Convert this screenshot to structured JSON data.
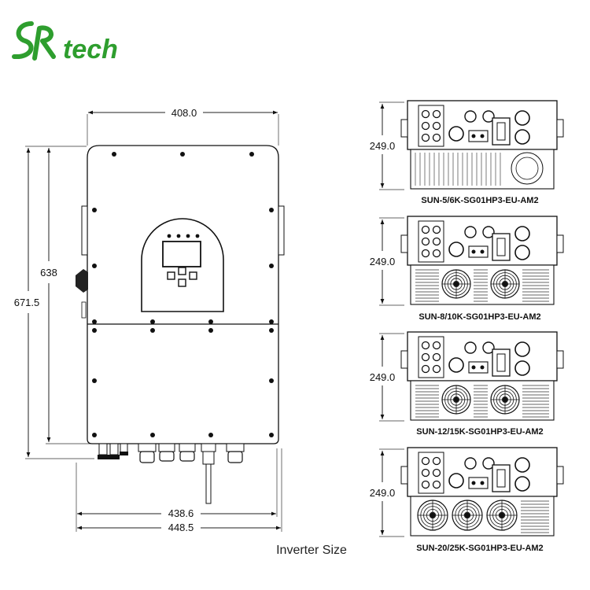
{
  "logo": {
    "mark": "SR",
    "word": "tech",
    "color": "#2e9e2e"
  },
  "front_view": {
    "dims": {
      "top_width": "408.0",
      "height_inner": "638",
      "height_outer": "671.5",
      "bottom_width_inner": "438.6",
      "bottom_width_outer": "448.5"
    }
  },
  "side_views": [
    {
      "height": "249.0",
      "model": "SUN-5/6K-SG01HP3-EU-AM2"
    },
    {
      "height": "249.0",
      "model": "SUN-8/10K-SG01HP3-EU-AM2"
    },
    {
      "height": "249.0",
      "model": "SUN-12/15K-SG01HP3-EU-AM2"
    },
    {
      "height": "249.0",
      "model": "SUN-20/25K-SG01HP3-EU-AM2"
    }
  ],
  "caption": "Inverter Size"
}
